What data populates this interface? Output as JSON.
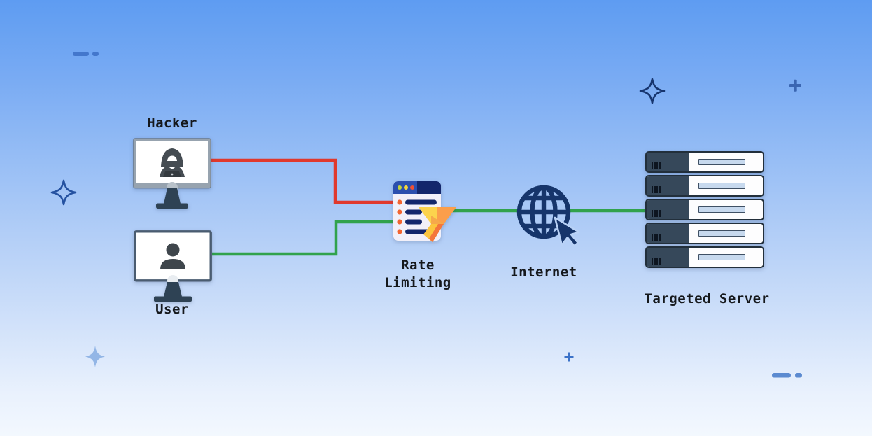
{
  "nodes": {
    "hacker": {
      "label": "Hacker",
      "icon": "hacker-monitor-icon"
    },
    "user": {
      "label": "User",
      "icon": "user-monitor-icon"
    },
    "rate_limiting": {
      "label_line1": "Rate",
      "label_line2": "Limiting",
      "icon": "rate-limit-filter-icon"
    },
    "internet": {
      "label": "Internet",
      "icon": "globe-cursor-icon"
    },
    "targeted_server": {
      "label": "Targeted Server",
      "icon": "server-rack-icon",
      "rack_units": 5
    }
  },
  "connections": [
    {
      "from": "hacker",
      "to": "rate-limiting",
      "color": "#e0392d"
    },
    {
      "from": "user",
      "to": "rate-limiting",
      "color": "#31a24c"
    },
    {
      "from": "rate-limiting",
      "to": "internet",
      "color": "#31a24c"
    },
    {
      "from": "internet",
      "to": "targeted-server",
      "color": "#31a24c"
    }
  ],
  "colors": {
    "background_top": "#5e9cf2",
    "background_bottom": "#f3f8fe",
    "attack_line_red": "#e0392d",
    "allowed_line_green": "#31a24c",
    "navy": "#16356b",
    "window_bar_left_blue": "#2b4fae",
    "window_bar_right_navy": "#13266b",
    "window_body": "#f2f0f9",
    "traffic_dot_green": "#c3d23a",
    "traffic_dot_yellow": "#f5d63d",
    "traffic_dot_red": "#f05133",
    "list_dot_orange": "#f26430",
    "funnel_yellow": "#fcd34d",
    "funnel_orange": "#fb9e4b",
    "funnel_deep_orange": "#f4763b",
    "server_panel_dark": "#36485a",
    "server_slot_blue": "#c7d9ee",
    "monitor_stand": "#2e4254",
    "hacker_frame_gray": "#97a3af",
    "user_frame_blue_gray": "#4a5c70",
    "person_icon_dark": "#454c52",
    "label_text": "#15181c",
    "sparkle_outline_blue": "#2451a0",
    "sparkle_outline_navy": "#17356e",
    "sparkle_fill_light": "#93b6e6",
    "plus_blue": "#3b72c8",
    "dash_blue": "#4377cc"
  }
}
